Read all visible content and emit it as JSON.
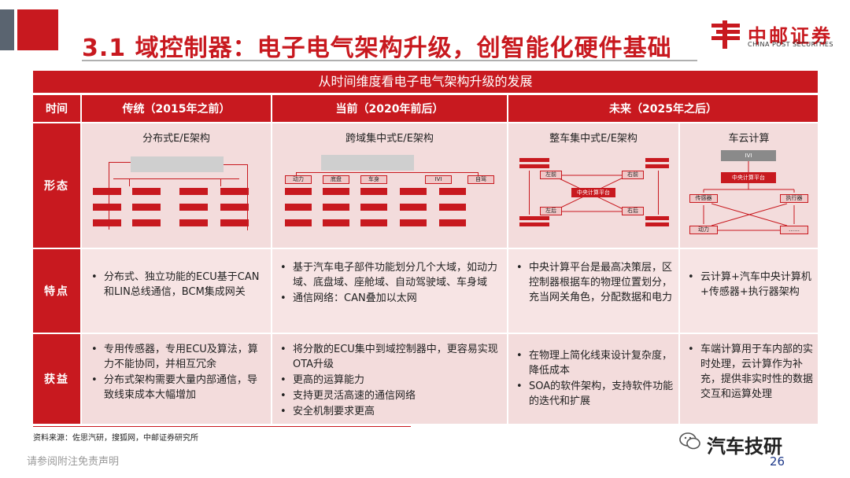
{
  "header": {
    "title": "3.1 域控制器：电子电气架构升级，创智能化硬件基础",
    "logo_cn": "中邮证券",
    "logo_en": "CHINA POST SECURITIES"
  },
  "table": {
    "title": "从时间维度看电子电气架构升级的发展",
    "headers": {
      "time": "时间",
      "traditional": "传统（2015年之前）",
      "current": "当前（2020年前后）",
      "future": "未来（2025年之后）"
    },
    "row_labels": {
      "form": "形态",
      "features": "特点",
      "benefits": "获益"
    },
    "diagrams": {
      "d1_title": "分布式E/E架构",
      "d2_title": "跨域集中式E/E架构",
      "d3_title": "整车集中式E/E架构",
      "d4_title": "车云计算",
      "d2_labels": [
        "动力",
        "底盘",
        "车身",
        "IVI",
        "自驾"
      ],
      "d3_labels": {
        "center": "中央计算平台",
        "tl": "左前",
        "tr": "右前",
        "bl": "左后",
        "br": "右后"
      },
      "d4_labels": {
        "ivi": "IVI",
        "center": "中央计算平台",
        "sensor": "传感器",
        "actuator": "执行器",
        "power": "动力",
        "dots": "……"
      }
    },
    "features": {
      "traditional": [
        "分布式、独立功能的ECU基于CAN和LIN总线通信，BCM集成网关"
      ],
      "current": [
        "基于汽车电子部件功能划分几个大域，如动力域、底盘域、座舱域、自动驾驶域、车身域",
        "通信网络：CAN叠加以太网"
      ],
      "future_a": [
        "中央计算平台是最高决策层，区控制器根据车的物理位置划分，充当网关角色，分配数据和电力"
      ],
      "future_b": [
        "云计算+汽车中央计算机+传感器+执行器架构"
      ]
    },
    "benefits": {
      "traditional": [
        "专用传感器，专用ECU及算法，算力不能协同，并相互冗余",
        "分布式架构需要大量内部通信，导致线束成本大幅增加"
      ],
      "current": [
        "将分散的ECU集中到域控制器中，更容易实现OTA升级",
        "更高的运算能力",
        "支持更灵活高速的通信网络",
        "安全机制要求更高"
      ],
      "future_a": [
        "在物理上简化线束设计复杂度，降低成本",
        "SOA的软件架构，支持软件功能的迭代和扩展"
      ],
      "future_b": [
        "车端计算用于车内部的实时处理，云计算作为补充，提供非实时性的数据交互和运算处理"
      ]
    }
  },
  "footer": {
    "source": "资料来源：佐思汽研，搜狐网，中邮证券研究所",
    "disclaimer": "请参阅附注免责声明",
    "watermark": "汽车技研",
    "page": "26"
  },
  "colors": {
    "brand_red": "#c8191f",
    "cell_pink": "#f3dcdc"
  }
}
